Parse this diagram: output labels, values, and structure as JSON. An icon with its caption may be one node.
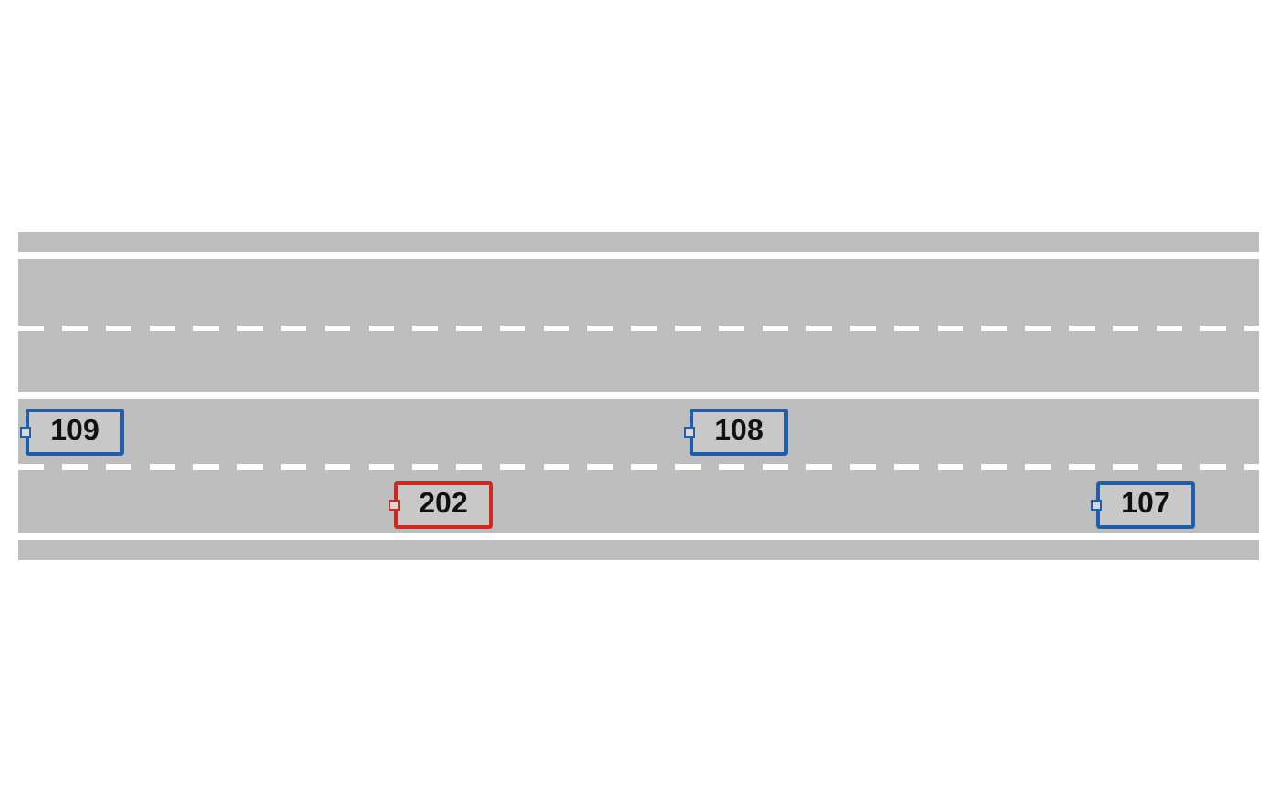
{
  "diagram": {
    "nodes": [
      {
        "text": [
          "109"
        ]
      },
      {
        "text": [
          "108"
        ]
      },
      {
        "text": [
          "202"
        ]
      },
      {
        "text": [
          "107"
        ]
      }
    ]
  }
}
